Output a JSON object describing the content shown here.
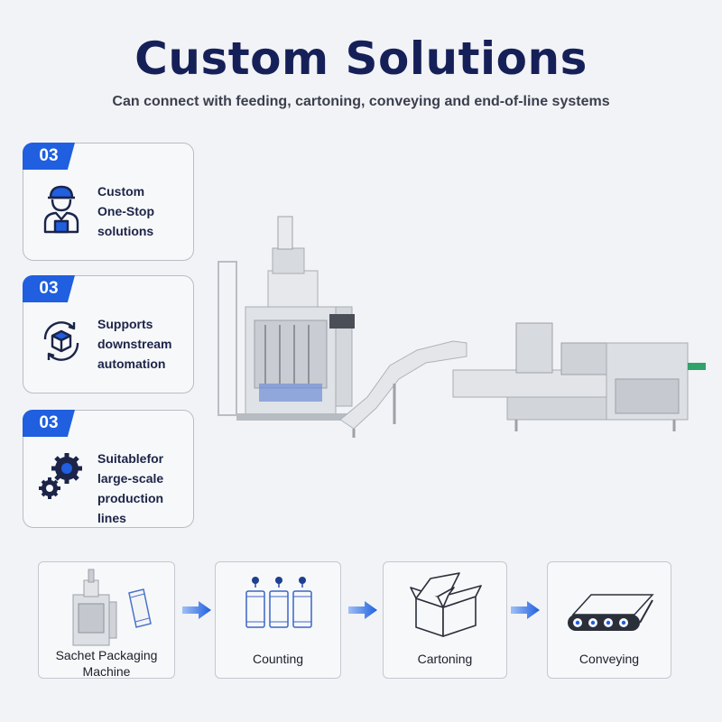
{
  "header": {
    "title": "Custom Solutions",
    "subtitle": "Can connect with feeding, cartoning, conveying and end-of-line systems"
  },
  "features": [
    {
      "badge": "03",
      "text": "Custom\nOne-Stop\nsolutions",
      "icon": "worker-icon"
    },
    {
      "badge": "03",
      "text": "Supports\ndownstream\nautomation",
      "icon": "box-cycle-icon"
    },
    {
      "badge": "03",
      "text": "Suitablefor\nlarge-scale\nproduction lines",
      "icon": "gears-icon"
    }
  ],
  "flow": {
    "steps": [
      {
        "label": "Sachet Packaging\nMachine",
        "icon": "packaging-machine-icon"
      },
      {
        "label": "Counting",
        "icon": "sachets-icon"
      },
      {
        "label": "Cartoning",
        "icon": "carton-box-icon"
      },
      {
        "label": "Conveying",
        "icon": "conveyor-icon"
      }
    ]
  },
  "colors": {
    "accent": "#1f5fe0",
    "title": "#162058",
    "background": "#f2f3f6"
  }
}
